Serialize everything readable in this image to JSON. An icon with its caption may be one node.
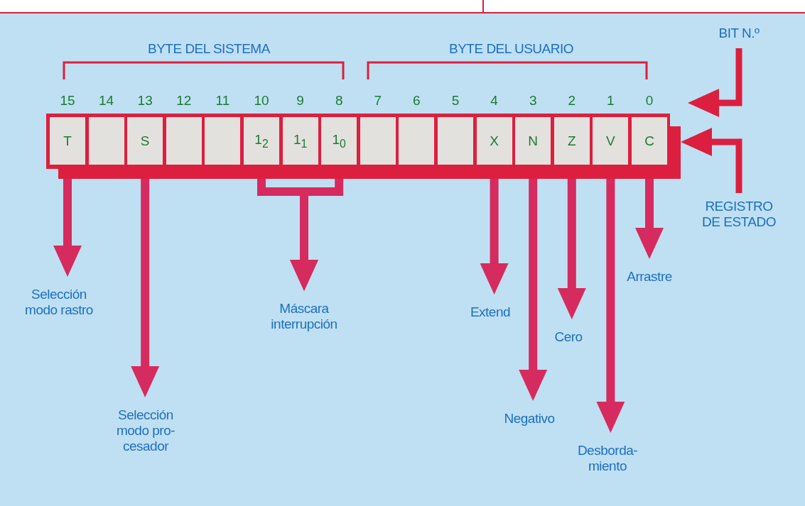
{
  "diagram": {
    "nodes": [
      {
        "text": [
          "BIT N.º"
        ]
      },
      {
        "text": [],
        "shape": "bar"
      },
      {
        "text": [
          "T"
        ],
        "in": 1,
        "beside": [
          "15"
        ]
      },
      {
        "text": [],
        "shape": "box",
        "in": 1,
        "beside": [
          "14"
        ]
      },
      {
        "text": [
          "S"
        ],
        "in": 1,
        "beside": [
          "13"
        ]
      },
      {
        "text": [],
        "shape": "box",
        "in": 1,
        "beside": [
          "12"
        ]
      },
      {
        "text": [],
        "shape": "box",
        "in": 1,
        "beside": [
          "11"
        ]
      },
      {
        "text": [
          "1$_{2}$"
        ],
        "in": 1,
        "beside": [
          "10"
        ]
      },
      {
        "text": [
          "1$_{1}$"
        ],
        "in": 1,
        "beside": [
          "9"
        ]
      },
      {
        "text": [
          "1$_{0}$"
        ],
        "in": 1,
        "beside": [
          "8"
        ]
      },
      {
        "text": [],
        "shape": "box",
        "in": 1,
        "beside": [
          "7"
        ]
      },
      {
        "text": [],
        "shape": "box",
        "in": 1,
        "beside": [
          "6"
        ]
      },
      {
        "text": [],
        "shape": "box",
        "in": 1,
        "beside": [
          "5"
        ]
      },
      {
        "text": [
          "X"
        ],
        "in": 1,
        "beside": [
          "4"
        ]
      },
      {
        "text": [
          "N"
        ],
        "in": 1,
        "beside": [
          "3"
        ]
      },
      {
        "text": [
          "Z"
        ],
        "in": 1,
        "beside": [
          "2"
        ]
      },
      {
        "text": [
          "V"
        ],
        "in": 1,
        "beside": [
          "1"
        ]
      },
      {
        "text": [
          "C"
        ],
        "in": 1,
        "beside": [
          "0"
        ]
      },
      {
        "text": [
          "REGISTRO DE ESTADO"
        ]
      },
      {
        "text": [
          "Arrastre"
        ]
      },
      {
        "text": [
          "Selección modo rastro"
        ]
      },
      {
        "text": [
          "Máscara interrupción"
        ]
      },
      {
        "text": [
          "Extend"
        ]
      },
      {
        "text": [
          "Cero"
        ]
      },
      {
        "text": [
          "Selección modo pro-cesador"
        ]
      },
      {
        "text": [
          "Negativo"
        ]
      },
      {
        "text": [
          "Desborda-miento"
        ]
      }
    ],
    "edges": [
      {
        "from": 0,
        "to": null,
        "arrow": "to"
      },
      {
        "from": 18,
        "to": 1,
        "arrow": "to"
      },
      {
        "from": 2,
        "to": 20,
        "arrow": "to"
      },
      {
        "from": 4,
        "to": 24,
        "arrow": "to"
      },
      {
        "from": 7,
        "to": 21,
        "arrow": "to"
      },
      {
        "from": 9,
        "to": 21,
        "arrow": "to"
      },
      {
        "from": 13,
        "to": 22,
        "arrow": "to"
      },
      {
        "from": 14,
        "to": 25,
        "arrow": "to"
      },
      {
        "from": 15,
        "to": 23,
        "arrow": "to"
      },
      {
        "from": 16,
        "to": 26,
        "arrow": "to"
      },
      {
        "from": 17,
        "to": 19,
        "arrow": "to"
      }
    ],
    "labels": [
      "BYTE DEL SISTEMA",
      "BYTE DEL USUARIO"
    ]
  }
}
